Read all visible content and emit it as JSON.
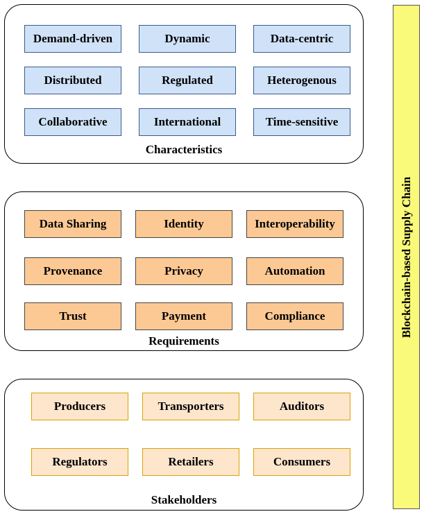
{
  "characteristics": {
    "title": "Characteristics",
    "items": [
      "Demand-driven",
      "Dynamic",
      "Data-centric",
      "Distributed",
      "Regulated",
      "Heterogenous",
      "Collaborative",
      "International",
      "Time-sensitive"
    ]
  },
  "requirements": {
    "title": "Requirements",
    "items": [
      "Data Sharing",
      "Identity",
      "Interoperability",
      "Provenance",
      "Privacy",
      "Automation",
      "Trust",
      "Payment",
      "Compliance"
    ]
  },
  "stakeholders": {
    "title": "Stakeholders",
    "items": [
      "Producers",
      "Transporters",
      "Auditors",
      "Regulators",
      "Retailers",
      "Consumers"
    ]
  },
  "side_label": "Blockchain-based Supply Chain",
  "colors": {
    "characteristic_fill": "#cfe2f8",
    "requirement_fill": "#fcc994",
    "stakeholder_fill": "#fde6cc",
    "stakeholder_border": "#d9a300",
    "side_fill": "#fafa7a"
  }
}
